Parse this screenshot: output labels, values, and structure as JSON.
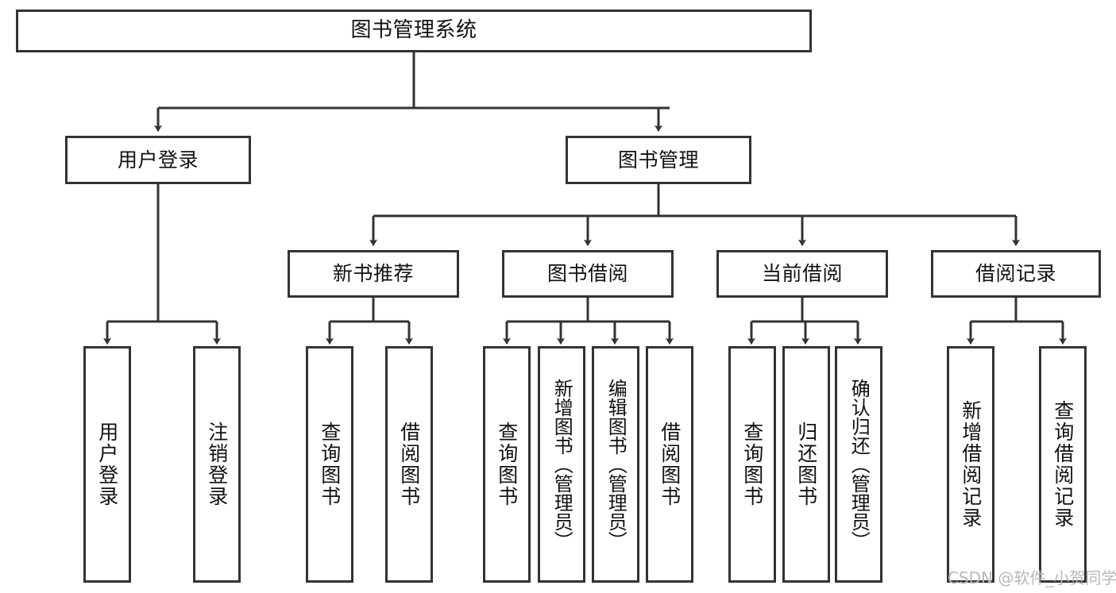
{
  "diagram": {
    "title": "图书管理系统",
    "type": "tree-hierarchy",
    "root": {
      "label": "图书管理系统"
    },
    "level2": [
      {
        "label": "用户登录"
      },
      {
        "label": "图书管理"
      }
    ],
    "level3": [
      {
        "label": "新书推荐"
      },
      {
        "label": "图书借阅"
      },
      {
        "label": "当前借阅"
      },
      {
        "label": "借阅记录"
      }
    ],
    "leaves": {
      "user_login": [
        {
          "label": "用户登录"
        },
        {
          "label": "注销登录"
        }
      ],
      "new_book_recommend": [
        {
          "label": "查询图书"
        },
        {
          "label": "借阅图书"
        }
      ],
      "book_borrow": [
        {
          "label": "查询图书"
        },
        {
          "label": "新增图书（管理员）"
        },
        {
          "label": "编辑图书（管理员）"
        },
        {
          "label": "借阅图书"
        }
      ],
      "current_borrow": [
        {
          "label": "查询图书"
        },
        {
          "label": "归还图书"
        },
        {
          "label": "确认归还（管理员）"
        }
      ],
      "borrow_record": [
        {
          "label": "新增借阅记录"
        },
        {
          "label": "查询借阅记录"
        }
      ]
    }
  },
  "watermark": {
    "text": "CSDN @软件_小贺同学"
  },
  "colors": {
    "border": "#333333",
    "background": "#ffffff",
    "text": "#111111",
    "watermark": "#b8b8b8"
  }
}
